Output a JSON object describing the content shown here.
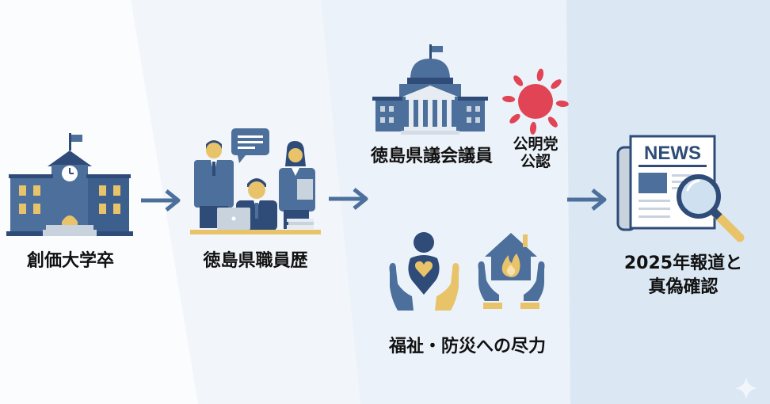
{
  "colors": {
    "navy": "#2f4b78",
    "blue": "#4c6f9c",
    "gold": "#e8c36a",
    "red": "#e04455",
    "light_gray": "#c9d3de",
    "band1": "#fbfcfe",
    "band2": "#f1f6fb",
    "band3": "#e9f1f8",
    "band4": "#d8e6f3"
  },
  "steps": [
    {
      "id": "university",
      "icon": "school-building-icon",
      "label": "創価大学卒"
    },
    {
      "id": "staff",
      "icon": "office-workers-icon",
      "label": "徳島県職員歴"
    },
    {
      "id": "assembly",
      "icon": "assembly-building-icon",
      "label": "徳島県議会議員",
      "badge": {
        "icon": "sun-icon",
        "line1": "公明党",
        "line2": "公認"
      }
    },
    {
      "id": "welfare",
      "icon": "caring-hands-icon",
      "label": "福祉・防災への尽力"
    },
    {
      "id": "news",
      "icon": "newspaper-magnifier-icon",
      "label_line1": "2025年報道と",
      "label_line2": "真偽確認",
      "newspaper_text": "NEWS"
    }
  ],
  "arrows": [
    "arrow-1",
    "arrow-2",
    "arrow-3"
  ]
}
